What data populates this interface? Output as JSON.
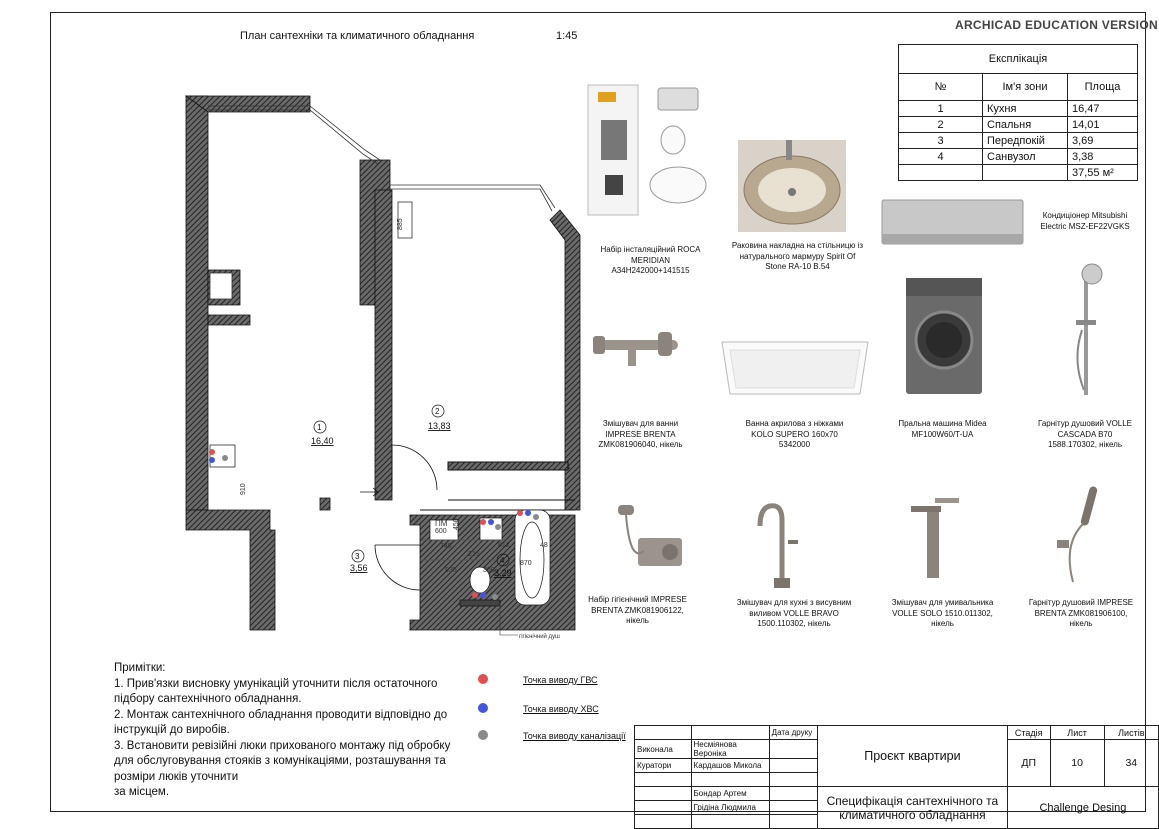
{
  "watermark": "ARCHICAD EDUCATION VERSION",
  "plan_title": "План сантехніки та климатичного обладнання",
  "scale": "1:45",
  "explication": {
    "title": "Експлікація",
    "headers": [
      "№",
      "Ім'я зони",
      "Площа"
    ],
    "rows": [
      [
        "1",
        "Кухня",
        "16,47"
      ],
      [
        "2",
        "Спальня",
        "14,01"
      ],
      [
        "3",
        "Передпокій",
        "3,69"
      ],
      [
        "4",
        "Санвузол",
        "3,38"
      ]
    ],
    "total": "37,55 м²"
  },
  "rooms": [
    {
      "num": "1",
      "area": "16,40"
    },
    {
      "num": "2",
      "area": "13,83"
    },
    {
      "num": "3",
      "area": "3,56"
    },
    {
      "num": "4",
      "area": "3,29"
    }
  ],
  "dims": {
    "d885": "885",
    "d910": "910",
    "d600": "600",
    "d450": "450",
    "d740": "740",
    "d215": "215",
    "d812": "812",
    "d48": "48",
    "d935": "935",
    "d300": "300",
    "d870": "870",
    "pm": "ПМ",
    "hygienic": "гігієнічний душ"
  },
  "products": {
    "p1": "Набір інсталяційний ROCA MERIDIAN A34H242000+141515",
    "p2": "Раковина накладна на стільницю із натурального мармуру Spirit Of Stone RA-10 B.54",
    "p3": "Кондиціонер Mitsubishi Electric MSZ-EF22VGKS",
    "p4": "Змішувач для ванни IMPRESE BRENTA ZMK081906040, нікель",
    "p5": "Ванна акрилова з ніжками KOLO SUPERO 160x70 5342000",
    "p6": "Пральна машина Midea MF100W60/T-UA",
    "p7": "Гарнітур душовий VOLLE CASCADA B70 1588.170302, нікель",
    "p8": "Набір гігієнічний IMPRESE BRENTA ZMK081906122, нікель",
    "p9": "Змішувач для кухні з висувним виливом VOLLE BRAVO 1500.110302, нікель",
    "p10": "Змішувач для умивальника VOLLE SOLO 1510.011302, нікель",
    "p11": "Гарнітур душовий IMPRESE BRENTA ZMK081906100, нікель"
  },
  "notes": {
    "title": "Примітки:",
    "n1": "1. Прив'язки висновку умунікацій уточнити після остаточного підбору сантехнічного обладнання.",
    "n2": "2. Монтаж сантехнічного обладнання проводити відповідно до інструкцій до виробів.",
    "n3": "3. Встановити ревізійні люки прихованого монтажу під обробку для обслуговування стояків з комунікаціями, розташування та розміри люків уточнити",
    "n3b": "за місцем."
  },
  "legend": [
    {
      "label": "Точка виводу ГВС",
      "color": "#e05050"
    },
    {
      "label": "Точка виводу ХВС",
      "color": "#4455dd"
    },
    {
      "label": "Точка виводу каналізації",
      "color": "#8a8a8a"
    }
  ],
  "stamp": {
    "date_sign": "Дата друку",
    "role1": "Виконала",
    "name1": "Несміянова Вероніка",
    "role2": "Куратори",
    "name2": "Кардашов Микола",
    "name3": "Бондар Артем",
    "name4": "Грідіна Людмила",
    "project": "Проєкт квартири",
    "stage_h": "Стадія",
    "sheet_h": "Лист",
    "sheets_h": "Листів",
    "stage": "ДП",
    "sheet": "10",
    "sheets": "34",
    "doc_title": "Специфікація сантехнічного та климатичного обладнання",
    "org": "Challenge Desing"
  }
}
